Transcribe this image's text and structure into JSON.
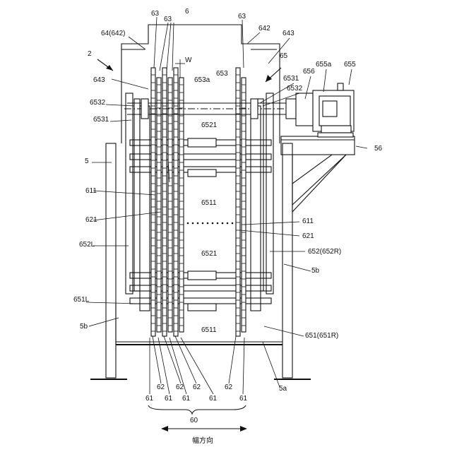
{
  "figure": {
    "labels": {
      "l_6": "6",
      "l_2": "2",
      "l_63a": "63",
      "l_63b": "63",
      "l_63c": "63",
      "l_64": "64(642)",
      "l_642": "642",
      "l_643r": "643",
      "l_643l": "643",
      "l_65": "65",
      "l_w": "W",
      "l_653": "653",
      "l_653a": "653a",
      "l_656": "656",
      "l_655a": "655a",
      "l_655": "655",
      "l_6531r": "6531",
      "l_6532r": "6532",
      "l_6532l": "6532",
      "l_6531l": "6531",
      "l_6521a": "6521",
      "l_56": "56",
      "l_5": "5",
      "l_6511a": "6511",
      "l_611l": "611",
      "l_621l": "621",
      "l_611r": "611",
      "l_621r": "621",
      "l_652l": "652L",
      "l_652r": "652(652R)",
      "l_6521b": "6521",
      "l_5br": "5b",
      "l_651l": "651L",
      "l_5bl": "5b",
      "l_6511b": "6511",
      "l_651r": "651(651R)",
      "l_5a": "5a",
      "b_62a": "62",
      "b_62b": "62",
      "b_62c": "62",
      "b_62d": "62",
      "b_61a": "61",
      "b_61b": "61",
      "b_61c": "61",
      "b_61d": "61",
      "b_61e": "61",
      "b_60": "60",
      "caption": "幅方向"
    }
  }
}
